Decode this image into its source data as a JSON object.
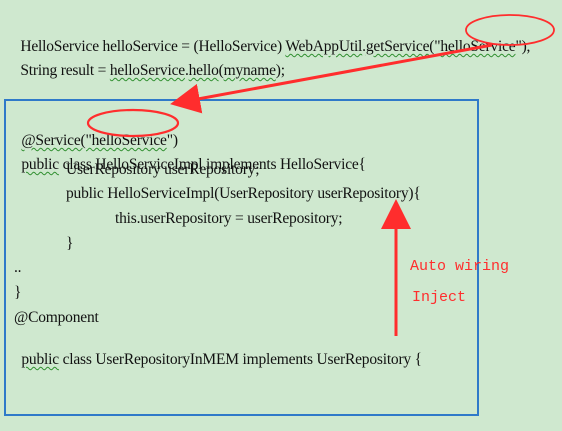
{
  "snippet_top": {
    "line1": {
      "a": "HelloService helloService = (HelloService) ",
      "b": "WebAppUtil",
      "c": ".",
      "d": "getService",
      "e": "(\"",
      "f": "helloService",
      "g": "\"),"
    },
    "line2": {
      "a": "String result = ",
      "b": "helloService",
      "c": ".",
      "d": "hello",
      "e": "(",
      "f": "myname",
      "g": ");"
    }
  },
  "snippet_box": {
    "line1": {
      "a": "@Service(\"",
      "b": "helloService",
      "c": "\")"
    },
    "line2": {
      "a": "public",
      "b": " class HelloServiceImpl implements HelloService{"
    },
    "line3": "UserRepository userRepository;",
    "line4": "public HelloServiceImpl(UserRepository userRepository){",
    "line5": "this.userRepository = userRepository;",
    "line6": "}",
    "line7": "..",
    "line8": "}",
    "line9": "@Component",
    "line10": {
      "a": "public",
      "b": " class UserRepositoryInMEM implements UserRepository {"
    }
  },
  "annotations": {
    "auto_wiring": "Auto wiring",
    "inject": "Inject"
  },
  "colors": {
    "background": "#cfe8cf",
    "box_border": "#2f79c9",
    "annotation": "#ff2d2d",
    "squiggle": "#2f8f2f"
  }
}
